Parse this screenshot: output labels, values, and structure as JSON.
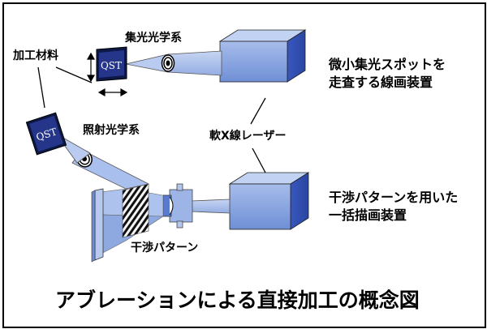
{
  "labels": {
    "processed_material": "加工材料",
    "focusing_optics": "集光光学系",
    "irradiation_optics": "照射光学系",
    "soft_xray_laser": "軟X線レーザー",
    "interference_pattern": "干渉パターン",
    "line_scan_line1": "微小集光スポットを",
    "line_scan_line2": "走査する線画装置",
    "batch_line1": "干渉パターンを用いた",
    "batch_line2": "一括描画装置",
    "sample_text_top": "QST",
    "sample_text_left": "QST"
  },
  "caption": "アブレーションによる直接加工の概念図",
  "colors": {
    "laser_face": "#7f9ede",
    "laser_top": "#b3c8f0",
    "laser_side": "#3f63c7",
    "beam": "#9fb7e6",
    "sample": "#1e2d6e"
  }
}
